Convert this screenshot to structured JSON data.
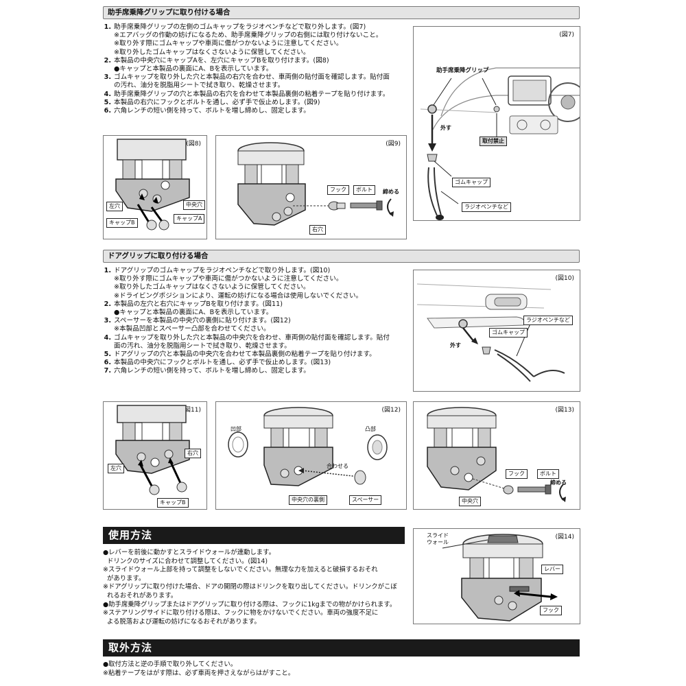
{
  "section1": {
    "title": "助手席乗降グリップに取り付ける場合",
    "steps": [
      {
        "num": "1.",
        "text": "助手席乗降グリップの左側のゴムキャップをラジオペンチなどで取り外します。(図7)",
        "notes": [
          "※エアバッグの作動の妨げになるため、助手席乗降グリップの右側には取り付けないこと。",
          "※取り外す際にゴムキャップや車両に傷がつかないように注意してください。",
          "※取り外したゴムキャップはなくさないように保管してください。"
        ]
      },
      {
        "num": "2.",
        "text": "本製品の中央穴にキャップAを、左穴にキャップBを取り付けます。(図8)",
        "notes": [
          "●キャップと本製品の裏面にA、Bを表示しています。"
        ]
      },
      {
        "num": "3.",
        "text": "ゴムキャップを取り外した穴と本製品の右穴を合わせ、車両側の貼付面を確認します。貼付面\nの汚れ、油分を脱脂用シートで拭き取り、乾燥させます。",
        "notes": []
      },
      {
        "num": "4.",
        "text": "助手席乗降グリップの穴と本製品の右穴を合わせて本製品裏側の粘着テープを貼り付けます。",
        "notes": []
      },
      {
        "num": "5.",
        "text": "本製品の右穴にフックとボルトを通し、必ず手で仮止めします。(図9)",
        "notes": []
      },
      {
        "num": "6.",
        "text": "六角レンチの短い側を持って、ボルトを増し締めし、固定します。",
        "notes": []
      }
    ],
    "fig7": {
      "label": "(図7)",
      "grip": "助手席乗降グリップ",
      "remove": "外す",
      "prohibited": "取付禁止",
      "cap": "ゴムキャップ",
      "pliers": "ラジオペンチなど"
    },
    "fig8": {
      "label": "(図8)",
      "left_hole": "左穴",
      "center_hole": "中央穴",
      "cap_b": "キャップB",
      "cap_a": "キャップA"
    },
    "fig9": {
      "label": "(図9)",
      "hook": "フック",
      "bolt": "ボルト",
      "tighten": "締める",
      "right_hole": "右穴"
    }
  },
  "section2": {
    "title": "ドアグリップに取り付ける場合",
    "steps": [
      {
        "num": "1.",
        "text": "ドアグリップのゴムキャップをラジオペンチなどで取り外します。(図10)",
        "notes": [
          "※取り外す際にゴムキャップや車両に傷がつかないように注意してください。",
          "※取り外したゴムキャップはなくさないように保管してください。",
          "※ドライビングポジションにより、運転の妨げになる場合は使用しないでください。"
        ]
      },
      {
        "num": "2.",
        "text": "本製品の左穴と右穴にキャップBを取り付けます。(図11)",
        "notes": [
          "●キャップと本製品の裏面にA、Bを表示しています。"
        ]
      },
      {
        "num": "3.",
        "text": "スペーサーを本製品の中央穴の裏側に貼り付けます。(図12)",
        "notes": [
          "※本製品凹部とスペーサー凸部を合わせてください。"
        ]
      },
      {
        "num": "4.",
        "text": "ゴムキャップを取り外した穴と本製品の中央穴を合わせ、車両側の貼付面を確認します。貼付\n面の汚れ、油分を脱脂用シートで拭き取り、乾燥させます。",
        "notes": []
      },
      {
        "num": "5.",
        "text": "ドアグリップの穴と本製品の中央穴を合わせて本製品裏側の粘着テープを貼り付けます。",
        "notes": []
      },
      {
        "num": "6.",
        "text": "本製品の中央穴にフックとボルトを通し、必ず手で仮止めします。(図13)",
        "notes": []
      },
      {
        "num": "7.",
        "text": "六角レンチの短い側を持って、ボルトを増し締めし、固定します。",
        "notes": []
      }
    ],
    "fig10": {
      "label": "(図10)",
      "pliers": "ラジオペンチなど",
      "cap": "ゴムキャップ",
      "remove": "外す"
    },
    "fig11": {
      "label": "(図11)",
      "right_hole": "右穴",
      "left_hole": "左穴",
      "cap_b": "キャップB"
    },
    "fig12": {
      "label": "(図12)",
      "recess": "凹部",
      "protrusion": "凸部",
      "align": "合わせる",
      "back_center": "中央穴の裏側",
      "spacer": "スペーサー"
    },
    "fig13": {
      "label": "(図13)",
      "hook": "フック",
      "bolt": "ボルト",
      "tighten": "締める",
      "center_hole": "中央穴"
    }
  },
  "usage": {
    "title": "使用方法",
    "lines": [
      "●レバーを前後に動かすとスライドウォールが連動します。",
      "  ドリンクのサイズに合わせて調整してください。(図14)",
      "※スライドウォール上部を持って調整をしないでください。無理な力を加えると破損するおそれ",
      "  があります。",
      "※ドアグリップに取り付けた場合、ドアの開閉の際はドリンクを取り出してください。ドリンクがこぼ",
      "  れるおそれがあります。",
      "●助手席乗降グリップまたはドアグリップに取り付ける際は、フックに1kgまでの物がかけられます。",
      "※ステアリングサイドに取り付ける際は、フックに物をかけないでください。車両の強度不足に",
      "  よる脱落および運転の妨げになるおそれがあります。"
    ],
    "fig14": {
      "label": "(図14)",
      "slide_wall": "スライド\nウォール",
      "lever": "レバー",
      "hook": "フック"
    }
  },
  "removal": {
    "title": "取外方法",
    "lines": [
      "●取付方法と逆の手順で取り外してください。",
      "※粘着テープをはがす際は、必ず車両を押さえながらはがすこと。"
    ]
  }
}
